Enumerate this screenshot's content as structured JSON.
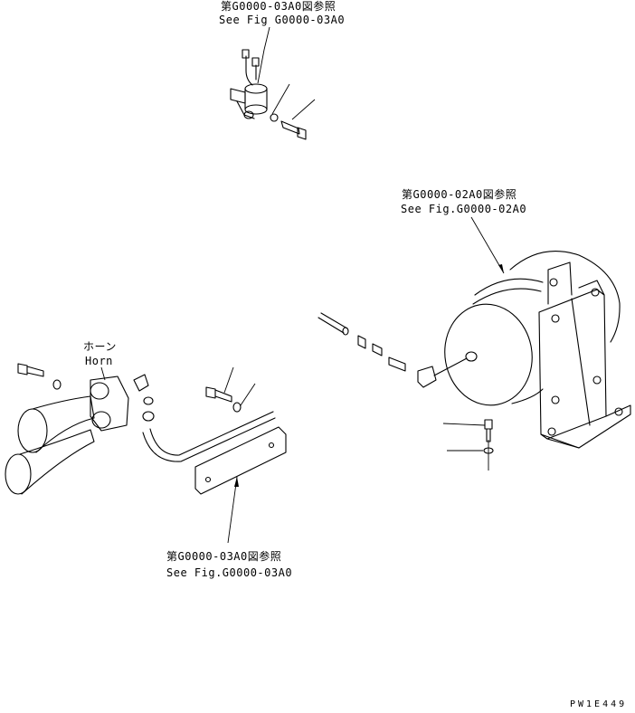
{
  "callouts": {
    "top_ref_ja": "第G0000-03A0図参照",
    "top_ref_en": "See Fig G0000-03A0",
    "right_ref_ja": "第G0000-02A0図参照",
    "right_ref_en": "See Fig.G0000-02A0",
    "bottom_ref_ja": "第G0000-03A0図参照",
    "bottom_ref_en": "See Fig.G0000-03A0",
    "horn_ja": "ホーン",
    "horn_en": "Horn"
  },
  "drawing_code": "PW1E449"
}
